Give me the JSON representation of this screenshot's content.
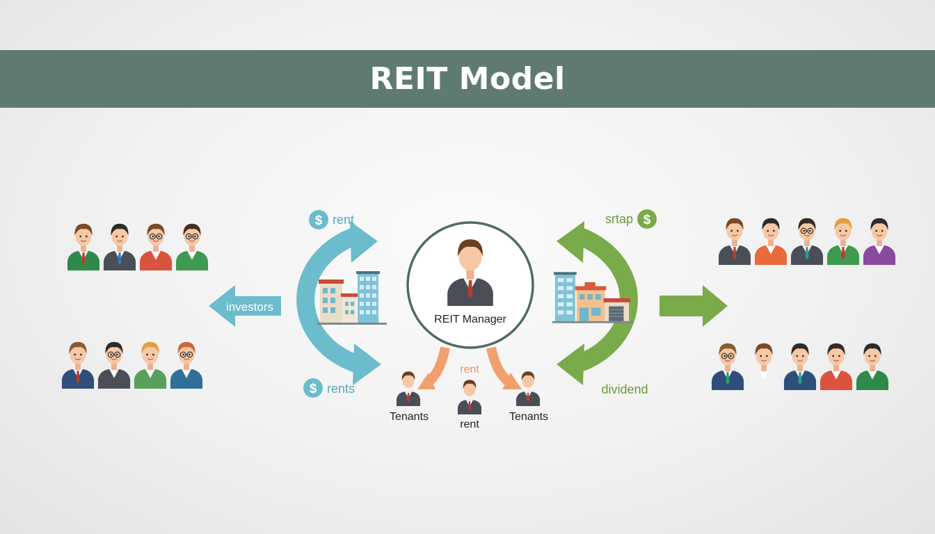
{
  "title": "REIT Model",
  "labels": {
    "rent_top_left": "rent",
    "rents_bottom_left": "rents",
    "investors": "investors",
    "srtap_top_right": "srtap",
    "dividend": "dividend",
    "manager": "REIT Manager",
    "rent_center": "rent",
    "rent_tenant_middle": "rent",
    "tenants_left": "Tenants",
    "tenants_right": "Tenants"
  },
  "icons": {
    "dollar": "$"
  },
  "colors": {
    "banner": "#5f7b6f",
    "teal": "#6bbccc",
    "green": "#7aab4a",
    "orange": "#f0a06e",
    "ring": "#4f6b60"
  }
}
